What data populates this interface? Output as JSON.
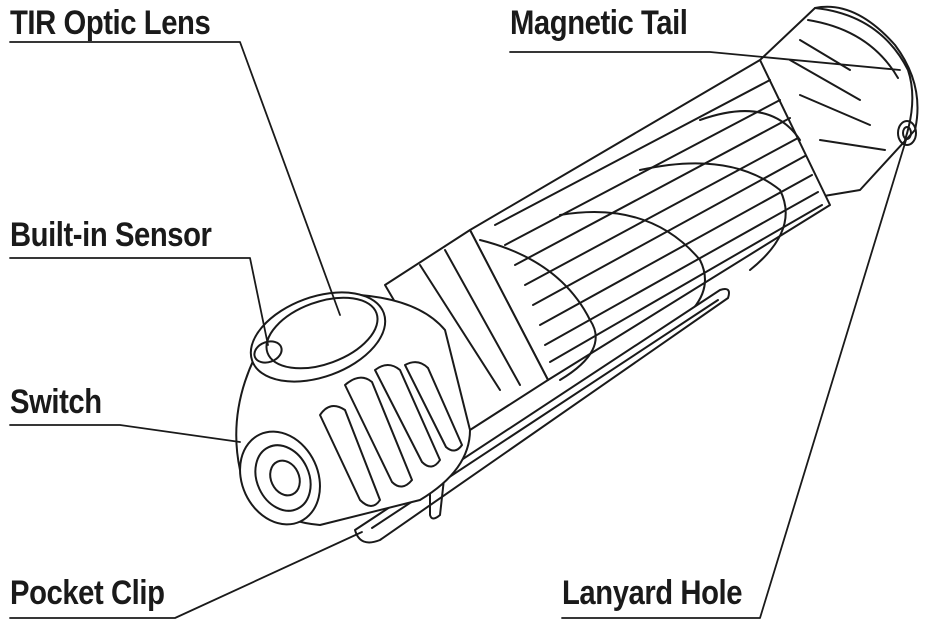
{
  "labels": {
    "tir_optic_lens": "TIR Optic Lens",
    "magnetic_tail": "Magnetic Tail",
    "built_in_sensor": "Built-in Sensor",
    "switch": "Switch",
    "pocket_clip": "Pocket Clip",
    "lanyard_hole": "Lanyard Hole"
  },
  "style": {
    "line_color": "#1a1a1a",
    "text_color": "#1a1a1a"
  }
}
